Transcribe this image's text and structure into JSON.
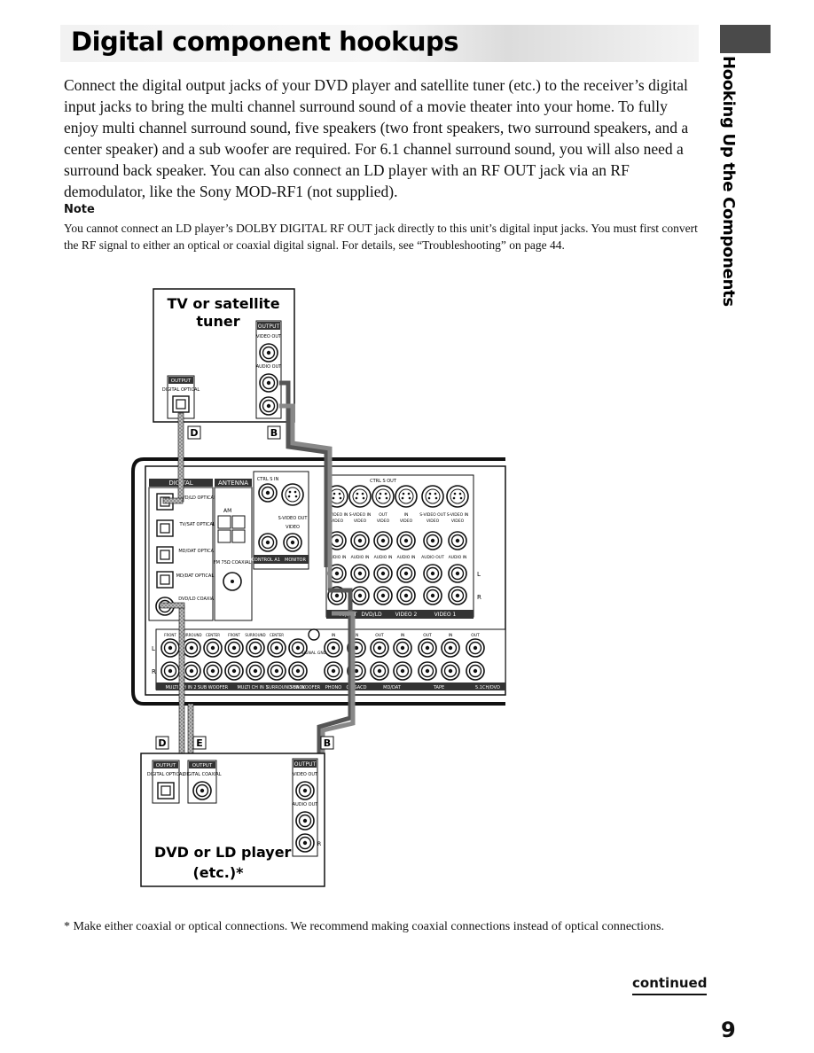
{
  "header": {
    "title": "Digital component hookups",
    "side_label": "Hooking Up the Components",
    "title_band_color": "#dcdcdc",
    "tab_color": "#4a4a4a"
  },
  "intro": "Connect the digital output jacks of your DVD player and satellite tuner (etc.) to the receiver’s digital input jacks to bring the multi channel surround sound of a movie theater into your home. To fully enjoy multi channel surround sound, five speakers (two front speakers, two surround speakers, and a center speaker) and a sub woofer are required. For 6.1 channel surround sound, you will also need a surround back speaker. You can also connect an LD player with an RF OUT jack via an RF demodulator, like the Sony MOD-RF1 (not supplied).",
  "note": {
    "heading": "Note",
    "text": "You cannot connect an LD player’s DOLBY DIGITAL RF OUT jack directly to this unit’s digital input jacks. You must first convert the RF signal to either an optical or coaxial digital signal. For details, see “Troubleshooting” on page 44."
  },
  "diagram": {
    "tuner": {
      "title_line1": "TV or satellite",
      "title_line2": "tuner",
      "output_label": "OUTPUT",
      "video_out": "VIDEO OUT",
      "audio_out": "AUDIO OUT",
      "digital_optical": "DIGITAL OPTICAL"
    },
    "dvd": {
      "title_line1": "DVD or LD player",
      "title_line2": "(etc.)*",
      "output_label": "OUTPUT",
      "digital_optical": "DIGITAL OPTICAL",
      "digital_coaxial": "DIGITAL COAXIAL",
      "video_out": "VIDEO OUT",
      "audio_out": "AUDIO OUT",
      "right_mark": "R"
    },
    "cable_labels": {
      "d": "D",
      "b": "B",
      "e": "E"
    },
    "receiver": {
      "digital": "DIGITAL",
      "antenna": "ANTENNA",
      "digital_inputs": [
        "DVD/LD OPTICAL IN",
        "TV/SAT OPTICAL IN",
        "MD/DAT OPTICAL IN",
        "MD/DAT OPTICAL OUT",
        "DVD/LD COAXIAL IN"
      ],
      "am": "AM",
      "fm": "FM 75Ω COAXIAL",
      "ctrl_s_in": "CTRL S IN",
      "ctrl_s_out": "CTRL S OUT",
      "ctrl_a1": "CONTROL A1 II",
      "monitor": "MONITOR",
      "s_video_out": "S-VIDEO OUT",
      "video_out": "VIDEO",
      "row_s_video": [
        "S-VIDEO IN",
        "S-VIDEO IN",
        "OUT",
        "IN",
        "S-VIDEO OUT",
        "S-VIDEO IN"
      ],
      "row_video": [
        "VIDEO",
        "VIDEO",
        "VIDEO",
        "VIDEO",
        "VIDEO",
        "VIDEO"
      ],
      "row_audio": [
        "AUDIO IN",
        "AUDIO IN",
        "AUDIO IN",
        "AUDIO IN",
        "AUDIO OUT",
        "AUDIO IN"
      ],
      "section_labels": [
        "TV/SAT",
        "DVD/LD",
        "VIDEO 2",
        "VIDEO 1"
      ],
      "bottom_top_labels": [
        "FRONT",
        "SURROUND",
        "CENTER",
        "FRONT",
        "SURROUND",
        "CENTER"
      ],
      "bottom_left_labels": [
        "MULTI CH IN 2",
        "SUB WOOFER",
        "MULTI CH IN 1",
        "SURROUND BACK",
        "SUB WOOFER"
      ],
      "bottom_right_labels": [
        "PHONO",
        "CD/SACD",
        "MD/DAT",
        "TAPE",
        "5.1CH/DVD"
      ],
      "bottom_io_labels": [
        "IN",
        "IN",
        "OUT",
        "IN",
        "OUT",
        "IN",
        "OUT"
      ],
      "signal_gnd": "SIGNAL GND",
      "l": "L",
      "r": "R"
    }
  },
  "footnote": "* Make either coaxial or optical connections. We recommend making coaxial connections instead of optical connections.",
  "continued": "continued",
  "page_number": "9"
}
